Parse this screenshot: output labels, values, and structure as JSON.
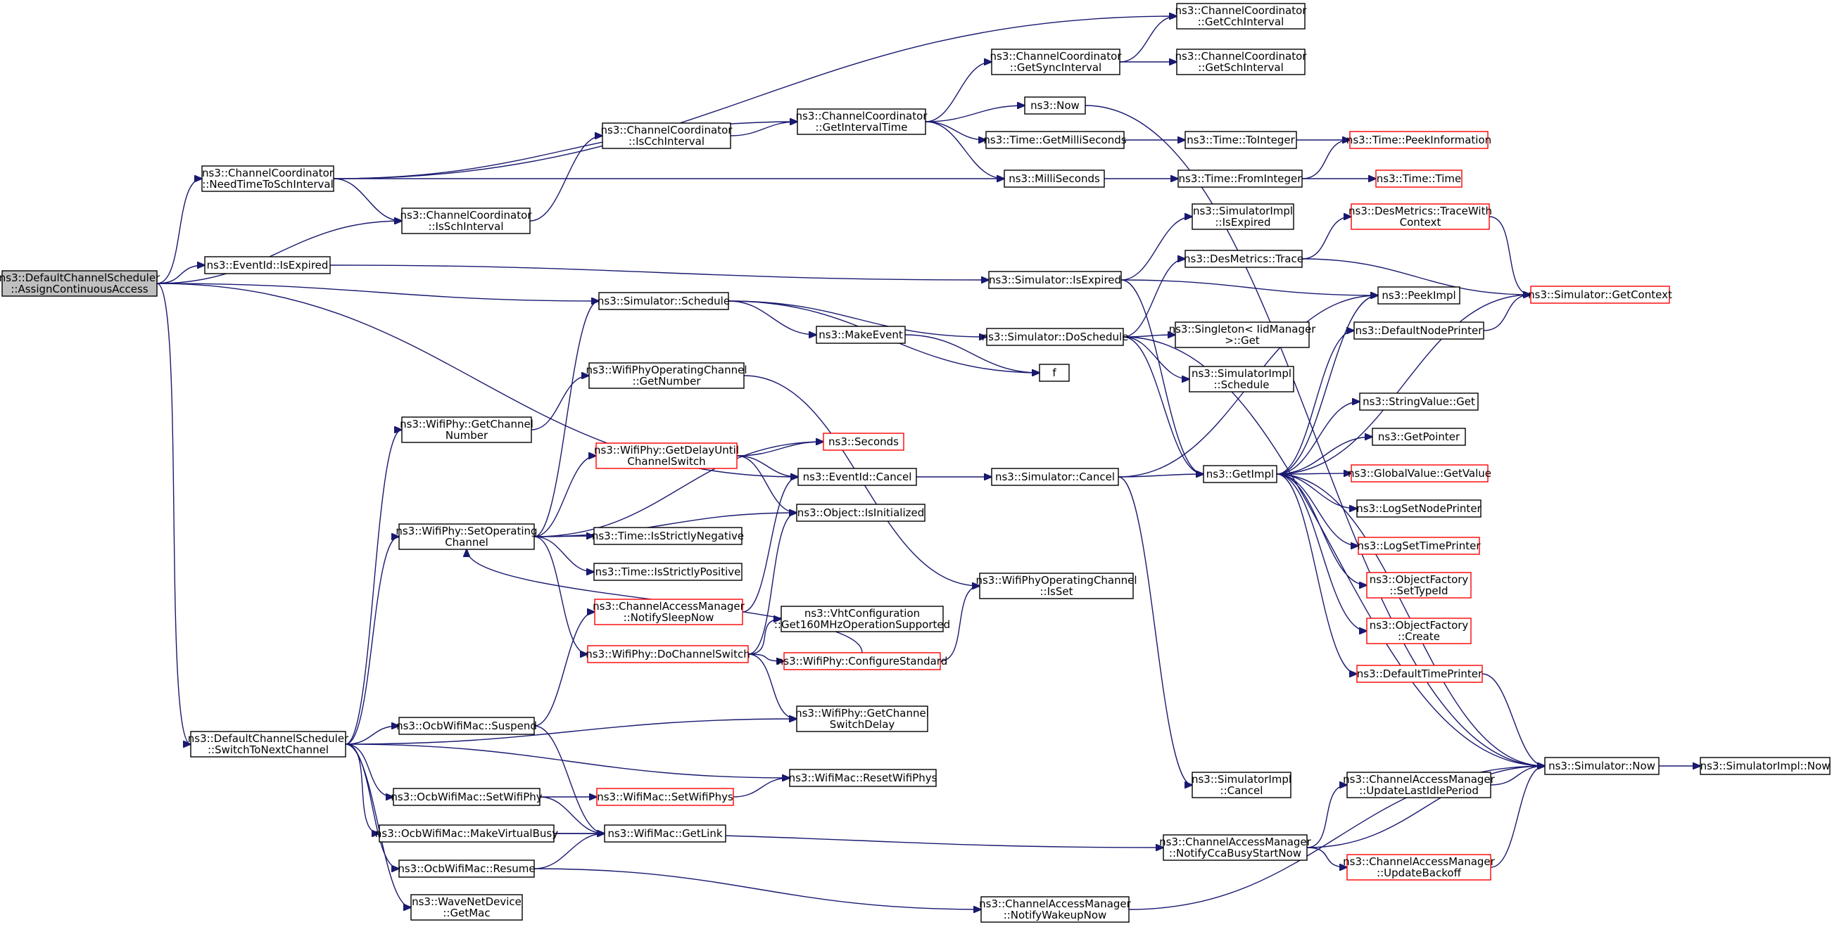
{
  "colors": {
    "edge": "#191970",
    "node_border": "#000000",
    "node_border_truncated": "#ff0000",
    "root_fill": "#bfbfbf",
    "node_fill": "#ffffff"
  },
  "nodes": [
    {
      "id": "root",
      "lines": [
        "ns3::DefaultChannelScheduler",
        "::AssignContinuousAccess"
      ],
      "style": "root"
    },
    {
      "id": "getcch",
      "lines": [
        "ns3::ChannelCoordinator",
        "::GetCchInterval"
      ],
      "style": "normal"
    },
    {
      "id": "getsch",
      "lines": [
        "ns3::ChannelCoordinator",
        "::GetSchInterval"
      ],
      "style": "normal"
    },
    {
      "id": "getsync",
      "lines": [
        "ns3::ChannelCoordinator",
        "::GetSyncInterval"
      ],
      "style": "normal"
    },
    {
      "id": "getinterval",
      "lines": [
        "ns3::ChannelCoordinator",
        "::GetIntervalTime"
      ],
      "style": "normal"
    },
    {
      "id": "iscch",
      "lines": [
        "ns3::ChannelCoordinator",
        "::IsCchInterval"
      ],
      "style": "normal"
    },
    {
      "id": "needtime",
      "lines": [
        "ns3::ChannelCoordinator",
        "::NeedTimeToSchInterval"
      ],
      "style": "normal"
    },
    {
      "id": "issch",
      "lines": [
        "ns3::ChannelCoordinator",
        "::IsSchInterval"
      ],
      "style": "normal"
    },
    {
      "id": "now",
      "lines": [
        "ns3::Now"
      ],
      "style": "normal"
    },
    {
      "id": "getmilli",
      "lines": [
        "ns3::Time::GetMilliSeconds"
      ],
      "style": "normal"
    },
    {
      "id": "tointeger",
      "lines": [
        "ns3::Time::ToInteger"
      ],
      "style": "normal"
    },
    {
      "id": "peekinfo",
      "lines": [
        "ns3::Time::PeekInformation"
      ],
      "style": "truncated"
    },
    {
      "id": "milliseconds",
      "lines": [
        "ns3::MilliSeconds"
      ],
      "style": "normal"
    },
    {
      "id": "frominteger",
      "lines": [
        "ns3::Time::FromInteger"
      ],
      "style": "normal"
    },
    {
      "id": "time",
      "lines": [
        "ns3::Time::Time"
      ],
      "style": "truncated"
    },
    {
      "id": "simimpl_isexpired",
      "lines": [
        "ns3::SimulatorImpl",
        "::IsExpired"
      ],
      "style": "normal"
    },
    {
      "id": "tracewith",
      "lines": [
        "ns3::DesMetrics::TraceWith",
        "Context"
      ],
      "style": "truncated"
    },
    {
      "id": "trace",
      "lines": [
        "ns3::DesMetrics::Trace"
      ],
      "style": "normal"
    },
    {
      "id": "eventid_isexpired",
      "lines": [
        "ns3::EventId::IsExpired"
      ],
      "style": "normal"
    },
    {
      "id": "sim_isexpired",
      "lines": [
        "ns3::Simulator::IsExpired"
      ],
      "style": "normal"
    },
    {
      "id": "getcontext",
      "lines": [
        "ns3::Simulator::GetContext"
      ],
      "style": "truncated"
    },
    {
      "id": "peekimpl",
      "lines": [
        "ns3::PeekImpl"
      ],
      "style": "normal"
    },
    {
      "id": "sim_schedule",
      "lines": [
        "ns3::Simulator::Schedule"
      ],
      "style": "normal"
    },
    {
      "id": "makeevent",
      "lines": [
        "ns3::MakeEvent"
      ],
      "style": "normal"
    },
    {
      "id": "doschedule",
      "lines": [
        "ns3::Simulator::DoSchedule"
      ],
      "style": "normal"
    },
    {
      "id": "singleton",
      "lines": [
        "ns3::Singleton< IidManager",
        ">::Get"
      ],
      "style": "normal"
    },
    {
      "id": "defnodeprinter",
      "lines": [
        "ns3::DefaultNodePrinter"
      ],
      "style": "normal"
    },
    {
      "id": "f",
      "lines": [
        "f"
      ],
      "style": "normal"
    },
    {
      "id": "simimpl_schedule",
      "lines": [
        "ns3::SimulatorImpl",
        "::Schedule"
      ],
      "style": "normal"
    },
    {
      "id": "wpoc_getnumber",
      "lines": [
        "ns3::WifiPhyOperatingChannel",
        "::GetNumber"
      ],
      "style": "normal"
    },
    {
      "id": "stringvalue",
      "lines": [
        "ns3::StringValue::Get"
      ],
      "style": "normal"
    },
    {
      "id": "getchannelnumber",
      "lines": [
        "ns3::WifiPhy::GetChannel",
        "Number"
      ],
      "style": "normal"
    },
    {
      "id": "seconds",
      "lines": [
        "ns3::Seconds"
      ],
      "style": "truncated"
    },
    {
      "id": "getpointer",
      "lines": [
        "ns3::GetPointer"
      ],
      "style": "normal"
    },
    {
      "id": "getdelay",
      "lines": [
        "ns3::WifiPhy::GetDelayUntil",
        "ChannelSwitch"
      ],
      "style": "truncated"
    },
    {
      "id": "eventid_cancel",
      "lines": [
        "ns3::EventId::Cancel"
      ],
      "style": "normal"
    },
    {
      "id": "sim_cancel",
      "lines": [
        "ns3::Simulator::Cancel"
      ],
      "style": "normal"
    },
    {
      "id": "getimpl",
      "lines": [
        "ns3::GetImpl"
      ],
      "style": "normal"
    },
    {
      "id": "globalvalue",
      "lines": [
        "ns3::GlobalValue::GetValue"
      ],
      "style": "truncated"
    },
    {
      "id": "isinitialized",
      "lines": [
        "ns3::Object::IsInitialized"
      ],
      "style": "normal"
    },
    {
      "id": "lognodeprinter",
      "lines": [
        "ns3::LogSetNodePrinter"
      ],
      "style": "normal"
    },
    {
      "id": "setopchannel",
      "lines": [
        "ns3::WifiPhy::SetOperating",
        "Channel"
      ],
      "style": "normal"
    },
    {
      "id": "isstrictlyneg",
      "lines": [
        "ns3::Time::IsStrictlyNegative"
      ],
      "style": "normal"
    },
    {
      "id": "logtimeprinter",
      "lines": [
        "ns3::LogSetTimePrinter"
      ],
      "style": "truncated"
    },
    {
      "id": "isstrictlypos",
      "lines": [
        "ns3::Time::IsStrictlyPositive"
      ],
      "style": "normal"
    },
    {
      "id": "settypeid",
      "lines": [
        "ns3::ObjectFactory",
        "::SetTypeId"
      ],
      "style": "truncated"
    },
    {
      "id": "wpoc_isset",
      "lines": [
        "ns3::WifiPhyOperatingChannel",
        "::IsSet"
      ],
      "style": "normal"
    },
    {
      "id": "notifysleep",
      "lines": [
        "ns3::ChannelAccessManager",
        "::NotifySleepNow"
      ],
      "style": "truncated"
    },
    {
      "id": "vht",
      "lines": [
        "ns3::VhtConfiguration",
        "::Get160MHzOperationSupported"
      ],
      "style": "normal"
    },
    {
      "id": "of_create",
      "lines": [
        "ns3::ObjectFactory",
        "::Create"
      ],
      "style": "truncated"
    },
    {
      "id": "dochannelswitch",
      "lines": [
        "ns3::WifiPhy::DoChannelSwitch"
      ],
      "style": "truncated"
    },
    {
      "id": "configstandard",
      "lines": [
        "ns3::WifiPhy::ConfigureStandard"
      ],
      "style": "truncated"
    },
    {
      "id": "deftimeprinter",
      "lines": [
        "ns3::DefaultTimePrinter"
      ],
      "style": "truncated"
    },
    {
      "id": "getswitchdelay",
      "lines": [
        "ns3::WifiPhy::GetChannel",
        "SwitchDelay"
      ],
      "style": "normal"
    },
    {
      "id": "switchtonext",
      "lines": [
        "ns3::DefaultChannelScheduler",
        "::SwitchToNextChannel"
      ],
      "style": "normal"
    },
    {
      "id": "suspend",
      "lines": [
        "ns3::OcbWifiMac::Suspend"
      ],
      "style": "normal"
    },
    {
      "id": "resetwifiphys",
      "lines": [
        "ns3::WifiMac::ResetWifiPhys"
      ],
      "style": "normal"
    },
    {
      "id": "simimpl_cancel",
      "lines": [
        "ns3::SimulatorImpl",
        "::Cancel"
      ],
      "style": "normal"
    },
    {
      "id": "updatelastidle",
      "lines": [
        "ns3::ChannelAccessManager",
        "::UpdateLastIdlePeriod"
      ],
      "style": "normal"
    },
    {
      "id": "sim_now",
      "lines": [
        "ns3::Simulator::Now"
      ],
      "style": "normal"
    },
    {
      "id": "simimpl_now",
      "lines": [
        "ns3::SimulatorImpl::Now"
      ],
      "style": "normal"
    },
    {
      "id": "setwifiphy",
      "lines": [
        "ns3::OcbWifiMac::SetWifiPhy"
      ],
      "style": "normal"
    },
    {
      "id": "setwifiphys",
      "lines": [
        "ns3::WifiMac::SetWifiPhys"
      ],
      "style": "truncated"
    },
    {
      "id": "makevirtualbusy",
      "lines": [
        "ns3::OcbWifiMac::MakeVirtualBusy"
      ],
      "style": "normal"
    },
    {
      "id": "getlink",
      "lines": [
        "ns3::WifiMac::GetLink"
      ],
      "style": "normal"
    },
    {
      "id": "notifycca",
      "lines": [
        "ns3::ChannelAccessManager",
        "::NotifyCcaBusyStartNow"
      ],
      "style": "normal"
    },
    {
      "id": "updatebackoff",
      "lines": [
        "ns3::ChannelAccessManager",
        "::UpdateBackoff"
      ],
      "style": "truncated"
    },
    {
      "id": "resume",
      "lines": [
        "ns3::OcbWifiMac::Resume"
      ],
      "style": "normal"
    },
    {
      "id": "getmac",
      "lines": [
        "ns3::WaveNetDevice",
        "::GetMac"
      ],
      "style": "normal"
    },
    {
      "id": "notifywakeup",
      "lines": [
        "ns3::ChannelAccessManager",
        "::NotifyWakeupNow"
      ],
      "style": "normal"
    }
  ],
  "edges": [
    [
      "root",
      "needtime"
    ],
    [
      "root",
      "issch"
    ],
    [
      "root",
      "eventid_isexpired"
    ],
    [
      "root",
      "sim_schedule"
    ],
    [
      "root",
      "eventid_cancel"
    ],
    [
      "root",
      "switchtonext"
    ],
    [
      "needtime",
      "getcch"
    ],
    [
      "needtime",
      "getinterval"
    ],
    [
      "needtime",
      "milliseconds"
    ],
    [
      "needtime",
      "issch"
    ],
    [
      "issch",
      "iscch"
    ],
    [
      "iscch",
      "getinterval"
    ],
    [
      "getinterval",
      "getsync"
    ],
    [
      "getinterval",
      "now"
    ],
    [
      "getinterval",
      "getmilli"
    ],
    [
      "getinterval",
      "milliseconds"
    ],
    [
      "getsync",
      "getcch"
    ],
    [
      "getsync",
      "getsch"
    ],
    [
      "now",
      "sim_now"
    ],
    [
      "getmilli",
      "tointeger"
    ],
    [
      "tointeger",
      "peekinfo"
    ],
    [
      "milliseconds",
      "frominteger"
    ],
    [
      "frominteger",
      "peekinfo"
    ],
    [
      "frominteger",
      "time"
    ],
    [
      "eventid_isexpired",
      "sim_isexpired"
    ],
    [
      "sim_isexpired",
      "simimpl_isexpired"
    ],
    [
      "sim_isexpired",
      "peekimpl"
    ],
    [
      "sim_isexpired",
      "getimpl"
    ],
    [
      "sim_schedule",
      "makeevent"
    ],
    [
      "sim_schedule",
      "doschedule"
    ],
    [
      "sim_schedule",
      "f"
    ],
    [
      "makeevent",
      "f"
    ],
    [
      "doschedule",
      "trace"
    ],
    [
      "doschedule",
      "singleton"
    ],
    [
      "doschedule",
      "simimpl_schedule"
    ],
    [
      "doschedule",
      "getimpl"
    ],
    [
      "doschedule",
      "sim_now"
    ],
    [
      "trace",
      "tracewith"
    ],
    [
      "trace",
      "getcontext"
    ],
    [
      "tracewith",
      "getcontext"
    ],
    [
      "getimpl",
      "peekimpl"
    ],
    [
      "getimpl",
      "defnodeprinter"
    ],
    [
      "getimpl",
      "getcontext"
    ],
    [
      "getimpl",
      "stringvalue"
    ],
    [
      "getimpl",
      "getpointer"
    ],
    [
      "getimpl",
      "globalvalue"
    ],
    [
      "getimpl",
      "lognodeprinter"
    ],
    [
      "getimpl",
      "logtimeprinter"
    ],
    [
      "getimpl",
      "settypeid"
    ],
    [
      "getimpl",
      "of_create"
    ],
    [
      "getimpl",
      "deftimeprinter"
    ],
    [
      "getimpl",
      "sim_now"
    ],
    [
      "defnodeprinter",
      "getcontext"
    ],
    [
      "deftimeprinter",
      "sim_now"
    ],
    [
      "eventid_cancel",
      "sim_cancel"
    ],
    [
      "sim_cancel",
      "peekimpl"
    ],
    [
      "sim_cancel",
      "getimpl"
    ],
    [
      "sim_cancel",
      "simimpl_cancel"
    ],
    [
      "wpoc_getnumber",
      "wpoc_isset"
    ],
    [
      "getchannelnumber",
      "wpoc_getnumber"
    ],
    [
      "setopchannel",
      "sim_schedule"
    ],
    [
      "setopchannel",
      "seconds"
    ],
    [
      "setopchannel",
      "getdelay"
    ],
    [
      "setopchannel",
      "isinitialized"
    ],
    [
      "setopchannel",
      "isstrictlyneg"
    ],
    [
      "setopchannel",
      "isstrictlypos"
    ],
    [
      "setopchannel",
      "dochannelswitch"
    ],
    [
      "getdelay",
      "seconds"
    ],
    [
      "getdelay",
      "eventid_cancel"
    ],
    [
      "getdelay",
      "isinitialized"
    ],
    [
      "notifysleep",
      "eventid_cancel"
    ],
    [
      "dochannelswitch",
      "isinitialized"
    ],
    [
      "dochannelswitch",
      "vht"
    ],
    [
      "dochannelswitch",
      "configstandard"
    ],
    [
      "dochannelswitch",
      "getswitchdelay"
    ],
    [
      "configstandard",
      "wpoc_isset"
    ],
    [
      "configstandard",
      "setopchannel"
    ],
    [
      "switchtonext",
      "getchannelnumber"
    ],
    [
      "switchtonext",
      "setopchannel"
    ],
    [
      "switchtonext",
      "getswitchdelay"
    ],
    [
      "switchtonext",
      "suspend"
    ],
    [
      "switchtonext",
      "resetwifiphys"
    ],
    [
      "switchtonext",
      "setwifiphy"
    ],
    [
      "switchtonext",
      "makevirtualbusy"
    ],
    [
      "switchtonext",
      "resume"
    ],
    [
      "switchtonext",
      "getmac"
    ],
    [
      "suspend",
      "notifysleep"
    ],
    [
      "suspend",
      "getlink"
    ],
    [
      "setwifiphy",
      "setwifiphys"
    ],
    [
      "setwifiphy",
      "getlink"
    ],
    [
      "setwifiphys",
      "resetwifiphys"
    ],
    [
      "makevirtualbusy",
      "getlink"
    ],
    [
      "makevirtualbusy",
      "notifycca"
    ],
    [
      "resume",
      "getlink"
    ],
    [
      "resume",
      "notifywakeup"
    ],
    [
      "notifycca",
      "updatelastidle"
    ],
    [
      "notifycca",
      "sim_now"
    ],
    [
      "notifycca",
      "updatebackoff"
    ],
    [
      "updatelastidle",
      "sim_now"
    ],
    [
      "updatebackoff",
      "sim_now"
    ],
    [
      "notifywakeup",
      "sim_now"
    ],
    [
      "sim_now",
      "simimpl_now"
    ]
  ]
}
